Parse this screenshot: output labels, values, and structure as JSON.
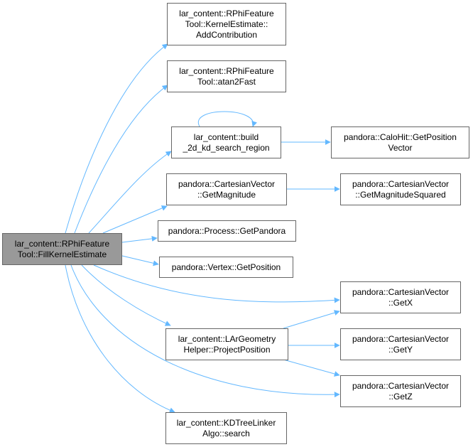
{
  "graph": {
    "edge_color": "#63b8ff",
    "node_border": "#666666",
    "root_fill": "#999999",
    "nodes": {
      "root": [
        "lar_content::RPhiFeature",
        "Tool::FillKernelEstimate"
      ],
      "add_contribution": [
        "lar_content::RPhiFeature",
        "Tool::KernelEstimate::",
        "AddContribution"
      ],
      "atan2fast": [
        "lar_content::RPhiFeature",
        "Tool::atan2Fast"
      ],
      "build_2d": [
        "lar_content::build",
        "_2d_kd_search_region"
      ],
      "calohit_getpos": [
        "pandora::CaloHit::GetPosition",
        "Vector"
      ],
      "getmagnitude": [
        "pandora::CartesianVector",
        "::GetMagnitude"
      ],
      "getmagnitudesquared": [
        "pandora::CartesianVector",
        "::GetMagnitudeSquared"
      ],
      "getpandora": [
        "pandora::Process::GetPandora"
      ],
      "vertex_getposition": [
        "pandora::Vertex::GetPosition"
      ],
      "getx": [
        "pandora::CartesianVector",
        "::GetX"
      ],
      "projectposition": [
        "lar_content::LArGeometry",
        "Helper::ProjectPosition"
      ],
      "gety": [
        "pandora::CartesianVector",
        "::GetY"
      ],
      "getz": [
        "pandora::CartesianVector",
        "::GetZ"
      ],
      "search": [
        "lar_content::KDTreeLinker",
        "Algo::search"
      ]
    }
  }
}
